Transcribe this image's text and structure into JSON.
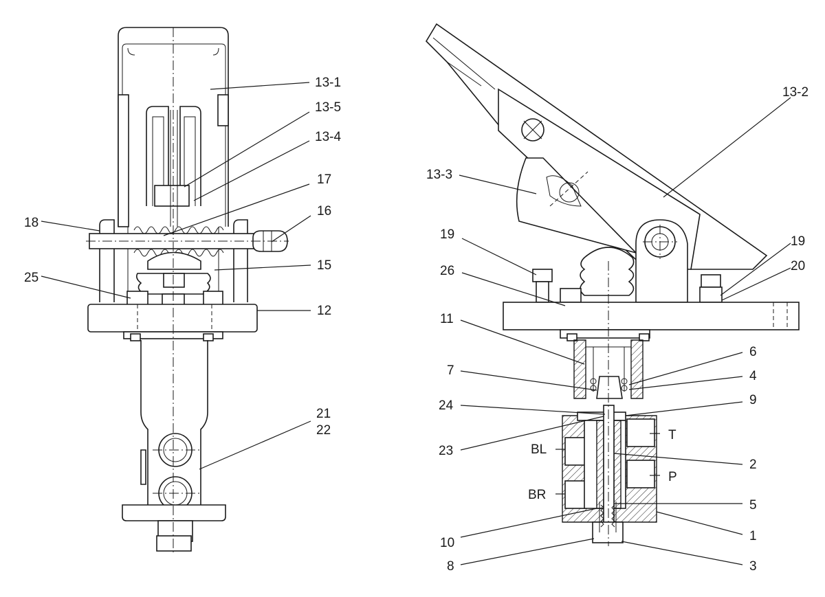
{
  "labels": {
    "front": [
      "13-1",
      "13-5",
      "13-4",
      "17",
      "16",
      "18",
      "15",
      "25",
      "12",
      "21",
      "22"
    ],
    "side": [
      "13-2",
      "13-3",
      "19",
      "19",
      "20",
      "26",
      "11",
      "6",
      "4",
      "7",
      "9",
      "24",
      "T",
      "23",
      "BL",
      "2",
      "P",
      "BR",
      "5",
      "10",
      "1",
      "8",
      "3"
    ]
  }
}
